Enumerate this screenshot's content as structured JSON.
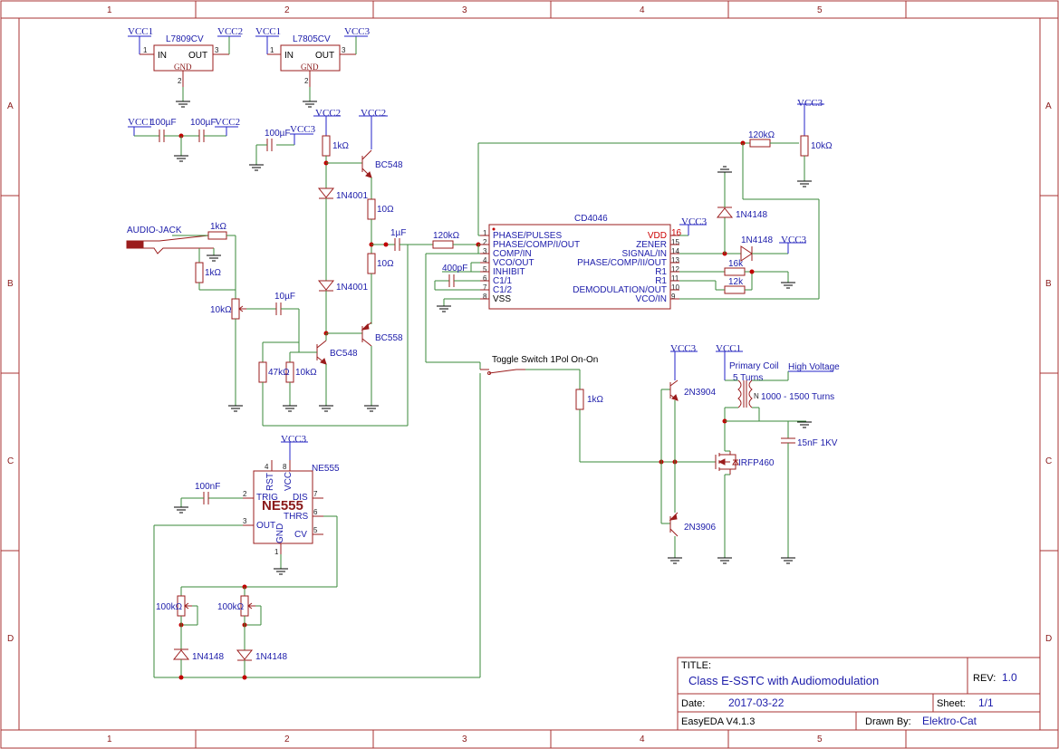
{
  "frame": {
    "columns": [
      "1",
      "2",
      "3",
      "4",
      "5"
    ],
    "rows": [
      "A",
      "B",
      "C",
      "D"
    ]
  },
  "title_block": {
    "title_label": "TITLE:",
    "title": "Class E-SSTC with Audiomodulation",
    "rev_label": "REV:",
    "rev": "1.0",
    "date_label": "Date:",
    "date": "2017-03-22",
    "sheet_label": "Sheet:",
    "sheet": "1/1",
    "tool": "EasyEDA V4.1.3",
    "drawn_label": "Drawn By:",
    "drawn_by": "Elektro-Cat"
  },
  "power_nets": {
    "vcc1": "VCC1",
    "vcc2": "VCC2",
    "vcc3": "VCC3"
  },
  "regulators": {
    "r1_name": "L7809CV",
    "r2_name": "L7805CV",
    "pin_in": "IN",
    "pin_out": "OUT",
    "pin_gnd": "GND",
    "n1": "1",
    "n2": "2",
    "n3": "3"
  },
  "caps": {
    "c100u": "100µF",
    "c10u": "10µF",
    "c1u": "1µF",
    "c400p": "400pF",
    "c100n": "100nF",
    "c15n": "15nF 1KV"
  },
  "resistors": {
    "r1k": "1kΩ",
    "r10": "10Ω",
    "r47k": "47kΩ",
    "r10k": "10kΩ",
    "r120k": "120kΩ",
    "r16k": "16k",
    "r12k": "12k",
    "r100k": "100kΩ"
  },
  "semis": {
    "bc548": "BC548",
    "bc558": "BC558",
    "d1n4001": "1N4001",
    "d1n4148": "1N4148",
    "q2n3904": "2N3904",
    "q2n3906": "2N3906",
    "irfp460": "IRFP460"
  },
  "misc": {
    "audio_jack": "AUDIO-JACK",
    "toggle": "Toggle Switch 1Pol On-On",
    "primary": "Primary Coil",
    "turns5": "5 Turns",
    "turns_sec": "1000 - 1500 Turns",
    "hv": "High Voltage"
  },
  "cd4046": {
    "name": "CD4046",
    "left_pins": [
      {
        "n": "1",
        "label": "PHASE/PULSES"
      },
      {
        "n": "2",
        "label": "PHASE/COMP/I/OUT"
      },
      {
        "n": "3",
        "label": "COMP/IN"
      },
      {
        "n": "4",
        "label": "VCO/OUT"
      },
      {
        "n": "5",
        "label": "INHIBIT"
      },
      {
        "n": "6",
        "label": "C1/1"
      },
      {
        "n": "7",
        "label": "C1/2"
      },
      {
        "n": "8",
        "label": "VSS"
      }
    ],
    "right_pins": [
      {
        "n": "16",
        "label": "VDD"
      },
      {
        "n": "15",
        "label": "ZENER"
      },
      {
        "n": "14",
        "label": "SIGNAL/IN"
      },
      {
        "n": "13",
        "label": "PHASE/COMP/II/OUT"
      },
      {
        "n": "12",
        "label": "R1"
      },
      {
        "n": "11",
        "label": "R1"
      },
      {
        "n": "10",
        "label": "DEMODULATION/OUT"
      },
      {
        "n": "9",
        "label": "VCO/IN"
      }
    ]
  },
  "ne555": {
    "name": "NE555",
    "part": "NE555",
    "rst": "RST",
    "vcc": "VCC",
    "trig": "TRIG",
    "dis": "DIS",
    "out": "OUT",
    "thrs": "THRS",
    "gnd": "GND",
    "cv": "CV",
    "p1": "1",
    "p2": "2",
    "p3": "3",
    "p4": "4",
    "p5": "5",
    "p6": "6",
    "p7": "7",
    "p8": "8"
  }
}
